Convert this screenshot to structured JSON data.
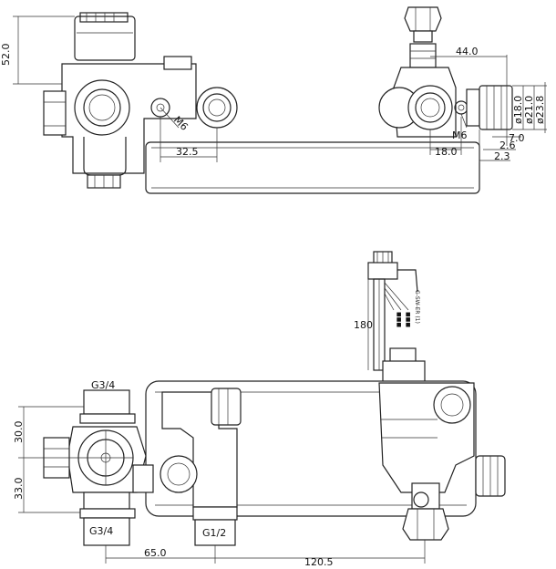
{
  "top_left": {
    "dim_height": "52.0",
    "dim_32": "32.5",
    "m6": "M6"
  },
  "top_right": {
    "dim_44": "44.0",
    "dim_d18": "ø18.0",
    "dim_d21": "ø21.0",
    "dim_d238": "ø23.8",
    "dim_7": "7.0",
    "dim_26": "2.6",
    "dim_23": "2.3",
    "m6": "M6",
    "dim_18": "18.0"
  },
  "bottom": {
    "g34_top": "G3/4",
    "g34_bottom": "G3/4",
    "g12": "G1/2",
    "dim_30": "30.0",
    "dim_33": "33.0",
    "dim_65": "65.0",
    "dim_1205": "120.5",
    "cable_len": "180",
    "cable_text": "G-SW-ER (1)"
  }
}
